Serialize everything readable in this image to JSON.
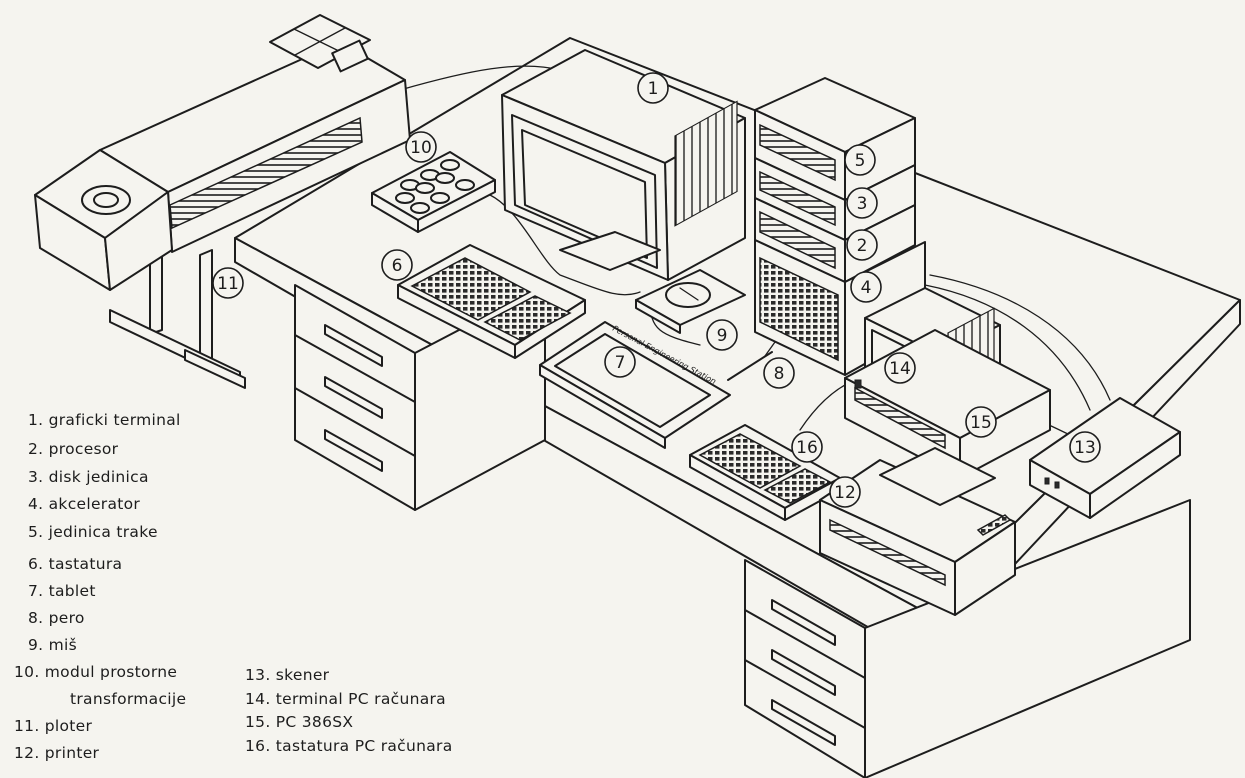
{
  "callouts": [
    {
      "num": "1"
    },
    {
      "num": "2"
    },
    {
      "num": "3"
    },
    {
      "num": "4"
    },
    {
      "num": "5"
    },
    {
      "num": "6"
    },
    {
      "num": "7"
    },
    {
      "num": "8"
    },
    {
      "num": "9"
    },
    {
      "num": "10"
    },
    {
      "num": "11"
    },
    {
      "num": "12"
    },
    {
      "num": "13"
    },
    {
      "num": "14"
    },
    {
      "num": "15"
    },
    {
      "num": "16"
    }
  ],
  "tablet_brand": "Personal Engineering Station",
  "legend_left": [
    "1. graficki terminal",
    "2. procesor",
    "3. disk jedinica",
    "4. akcelerator",
    "5. jedinica trake",
    "6. tastatura",
    "7. tablet",
    "8. pero",
    "9. miš",
    "10. modul prostorne",
    "transformacije",
    "11. ploter",
    "12. printer"
  ],
  "legend_right": [
    "13. skener",
    "14. terminal PC računara",
    "15. PC 386SX",
    "16. tastatura PC računara"
  ]
}
